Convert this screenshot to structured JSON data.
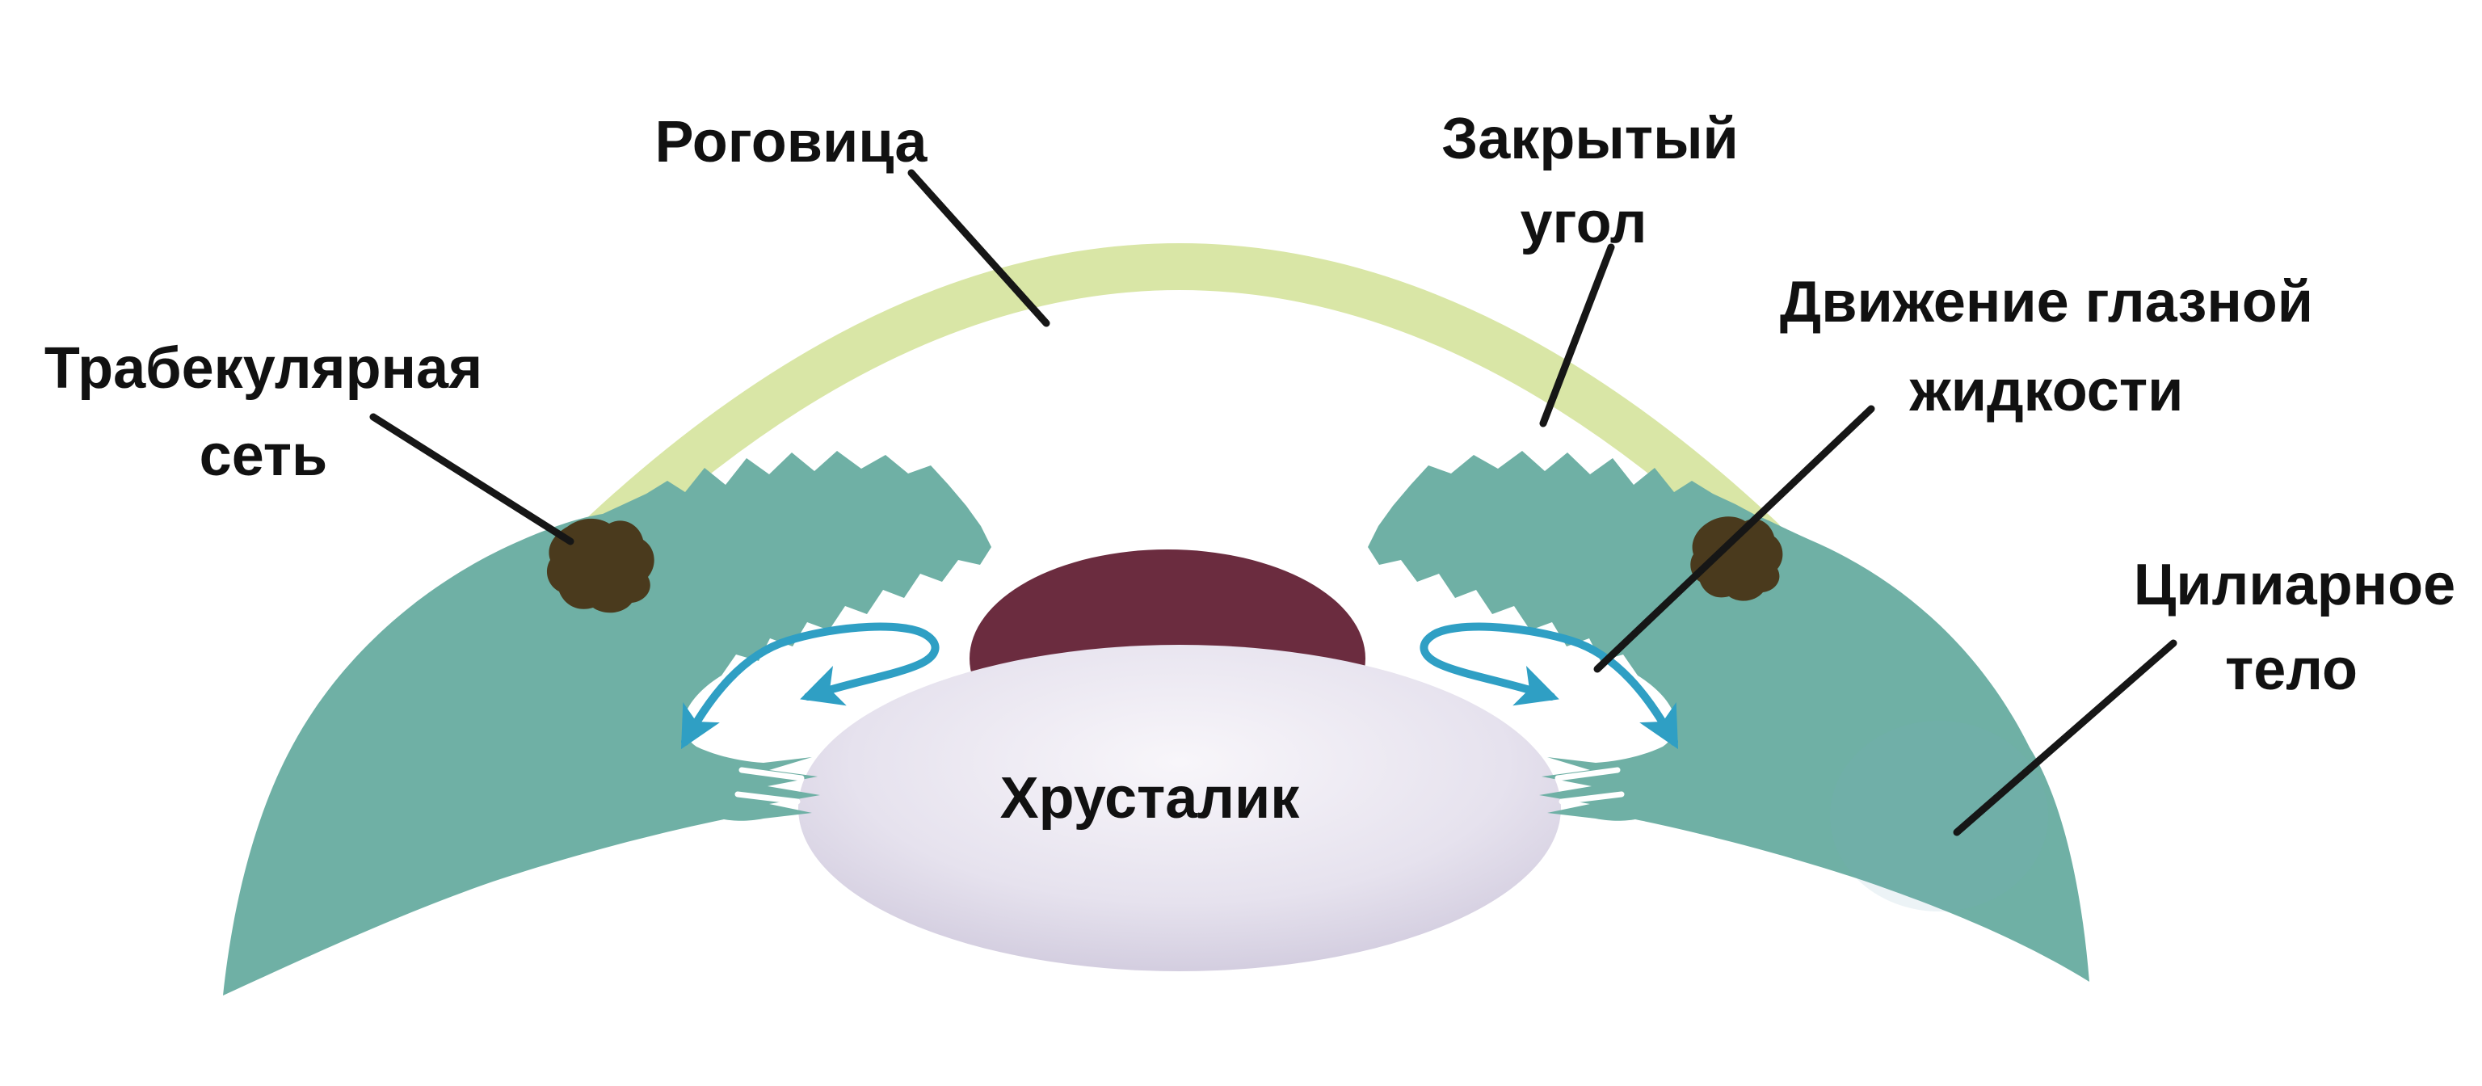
{
  "diagram": {
    "labels": {
      "cornea": "Роговица",
      "closed_angle_1": "Закрытый",
      "closed_angle_2": "угол",
      "fluid_1": "Движение глазной",
      "fluid_2": "жидкости",
      "trabecular_1": "Трабекулярная",
      "trabecular_2": "сеть",
      "ciliary_1": "Цилиарное",
      "ciliary_2": "тело",
      "lens": "Хрусталик"
    },
    "colors": {
      "background": "#FFFFFF",
      "sclera_teal": "#6FB0A5",
      "cornea_green": "#D9E6A6",
      "pupil_maroon": "#6B2C3F",
      "lens_center": "#F8F6FA",
      "lens_mid": "#E6E2EE",
      "lens_edge": "#C7C0D6",
      "trabecular_brown": "#4A3A1D",
      "arrow_blue": "#2F9FC4",
      "smudge_blue": "#7AA7C0",
      "text": "#111111",
      "leader_line": "#161616"
    }
  }
}
